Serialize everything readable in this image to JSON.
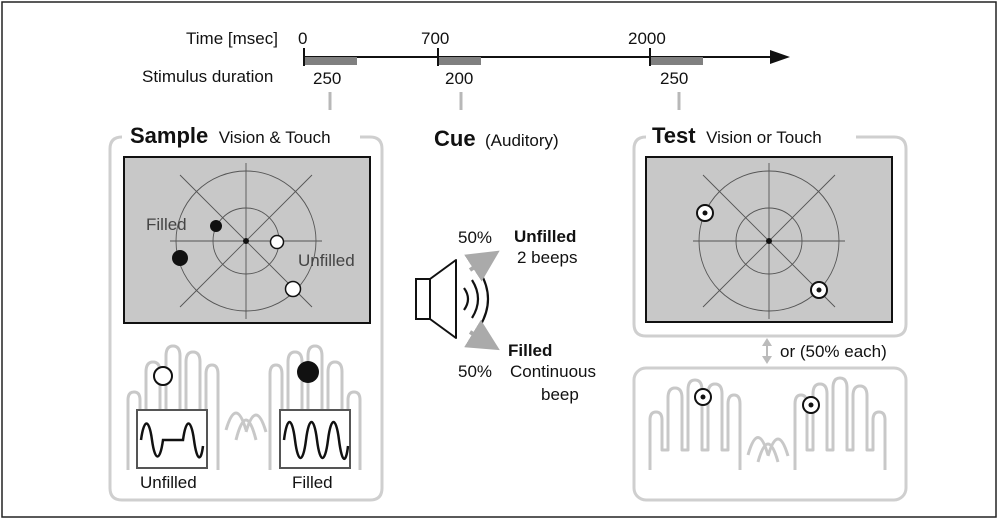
{
  "timeline": {
    "time_label": "Time [msec]",
    "duration_label": "Stimulus duration",
    "ticks": [
      "0",
      "700",
      "2000"
    ],
    "durations": [
      "250",
      "200",
      "250"
    ]
  },
  "sample": {
    "title": "Sample",
    "subtitle": "Vision & Touch",
    "filled_label": "Filled",
    "unfilled_label": "Unfilled",
    "hand_unfilled_label": "Unfilled",
    "hand_filled_label": "Filled"
  },
  "cue": {
    "title": "Cue",
    "subtitle": "(Auditory)",
    "top_percent": "50%",
    "top_name": "Unfilled",
    "top_desc": "2 beeps",
    "bottom_percent": "50%",
    "bottom_name": "Filled",
    "bottom_desc_1": "Continuous",
    "bottom_desc_2": "beep"
  },
  "test": {
    "title": "Test",
    "subtitle": "Vision or Touch",
    "or_label": "or (50% each)"
  },
  "colors": {
    "panel_gray": "#c8c8c8",
    "frame_gray": "#cfcfcf",
    "bar_gray": "#808080",
    "ink": "#111111"
  }
}
